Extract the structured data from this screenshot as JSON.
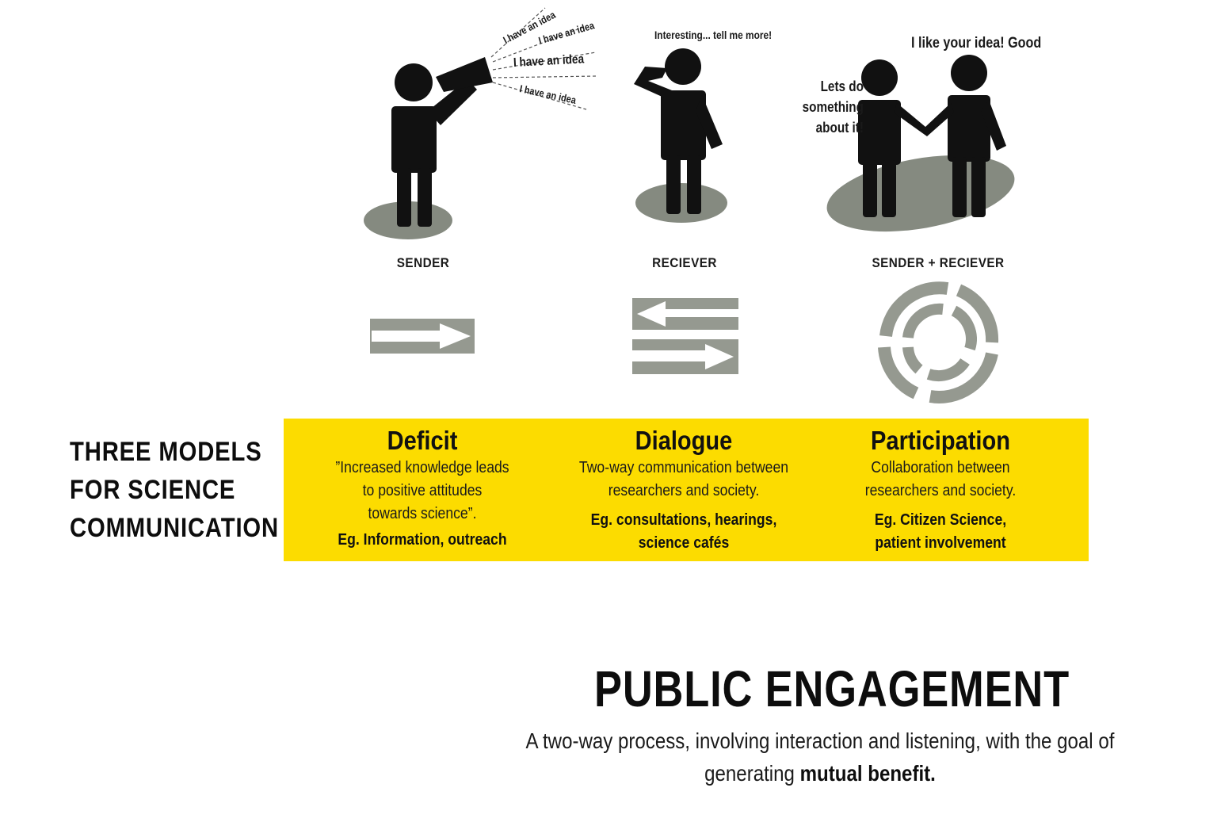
{
  "colors": {
    "band": "#fcdc00",
    "figure": "#111111",
    "shadow": "#858a80",
    "arrow": "#959990"
  },
  "figures": {
    "sender": {
      "label": "SENDER",
      "speech": [
        "I have an idea",
        "I have an idea",
        "I have an idea",
        "I have an idea"
      ]
    },
    "receiver": {
      "label": "RECIEVER",
      "speech": "Interesting... tell me more!"
    },
    "sender_receiver": {
      "label": "SENDER + RECIEVER",
      "speech_left": [
        "Lets do",
        "something",
        "about it!"
      ],
      "speech_right": "I like your idea! Good"
    }
  },
  "icons": [
    "single-arrow-right-icon",
    "two-way-arrows-icon",
    "circular-arrows-icon"
  ],
  "side_title": "THREE MODELS\nFOR SCIENCE\nCOMMUNICATION",
  "models": [
    {
      "title": "Deficit",
      "description": "”Increased knowledge leads\nto positive attitudes\ntowards science”.",
      "example": "Eg. Information, outreach"
    },
    {
      "title": "Dialogue",
      "description": "Two-way communication between\nresearchers and society.",
      "example": "Eg. consultations, hearings,\nscience cafés"
    },
    {
      "title": "Participation",
      "description": "Collaboration between\nresearchers and society.",
      "example": "Eg. Citizen Science,\npatient involvement"
    }
  ],
  "public_engagement": {
    "title": "PUBLIC ENGAGEMENT",
    "description": "A two-way process, involving interaction and listening, with the goal of generating",
    "emphasis": "mutual benefit."
  }
}
